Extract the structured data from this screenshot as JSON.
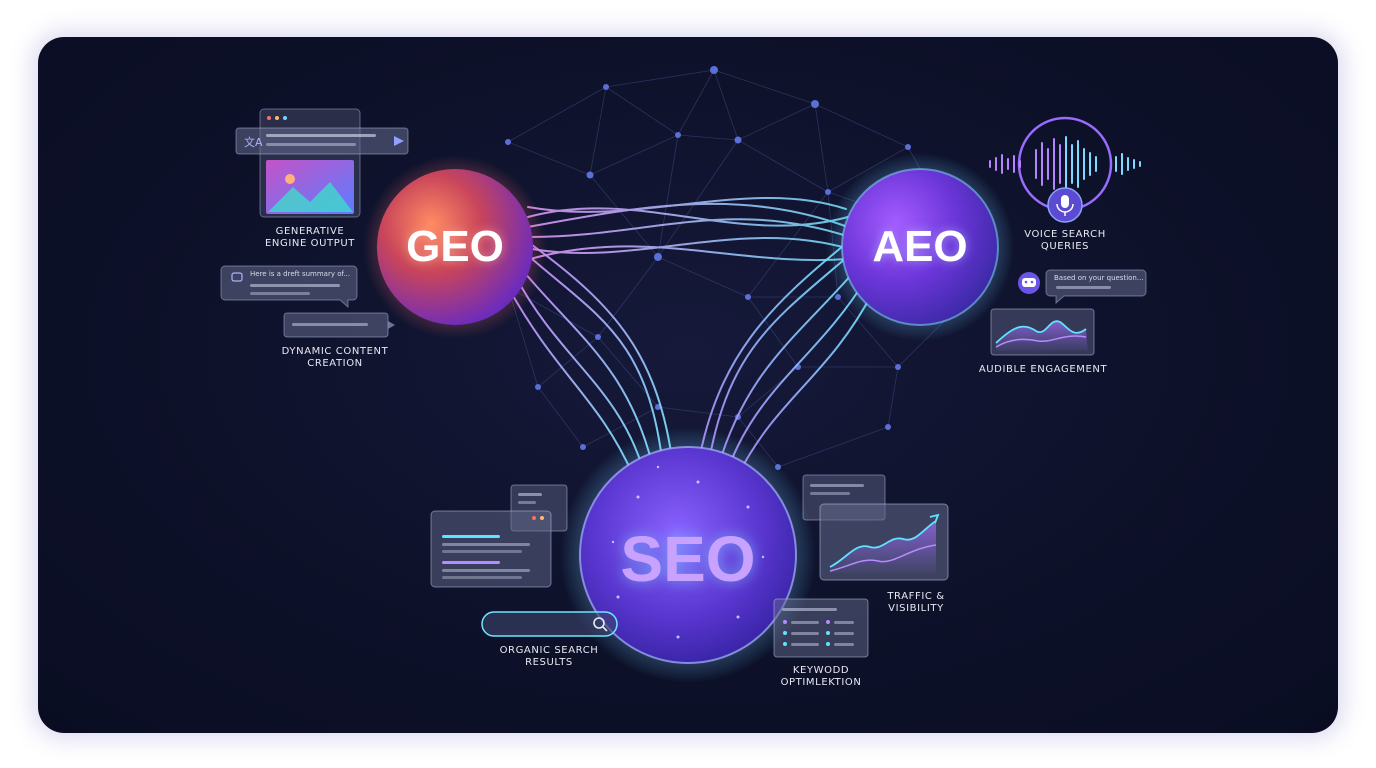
{
  "orbs": {
    "geo": {
      "label": "GEO"
    },
    "aeo": {
      "label": "AEO"
    },
    "seo": {
      "label": "SEO"
    }
  },
  "labels": {
    "generative_engine_output": [
      "GENERATIVE",
      "ENGINE OUTPUT"
    ],
    "dynamic_content_creation": [
      "DYNAMIC CONTENT",
      "CREATION"
    ],
    "voice_search_queries": [
      "VOICE SEARCH",
      "QUERIES"
    ],
    "audible_engagement": [
      "AUDIBLE ENGAGEMENT"
    ],
    "organic_search_results": [
      "ORGANIC SEARCH",
      "RESULTS"
    ],
    "traffic_visibility": [
      "TRAFFIC &",
      "VISIBILITY"
    ],
    "keyword_optimization": [
      "KEYWODD",
      "OPTIMLEKTION"
    ]
  },
  "bubbles": {
    "draft_summary": "Here is a dreft summary of...",
    "based_on_question": "Based on your question..."
  },
  "colors": {
    "background": "#0d1129",
    "geo_orb": "#e0564f",
    "aeo_orb": "#7b3fe0",
    "seo_orb": "#7a4de6",
    "cyan_glow": "#5fe3ff",
    "violet_strand": "#c98cff"
  },
  "icons": [
    "translate-icon",
    "send-icon",
    "image-icon",
    "chat-icon",
    "microphone-icon",
    "robot-avatar-icon",
    "search-icon",
    "trend-chart-icon",
    "waveform-icon"
  ]
}
